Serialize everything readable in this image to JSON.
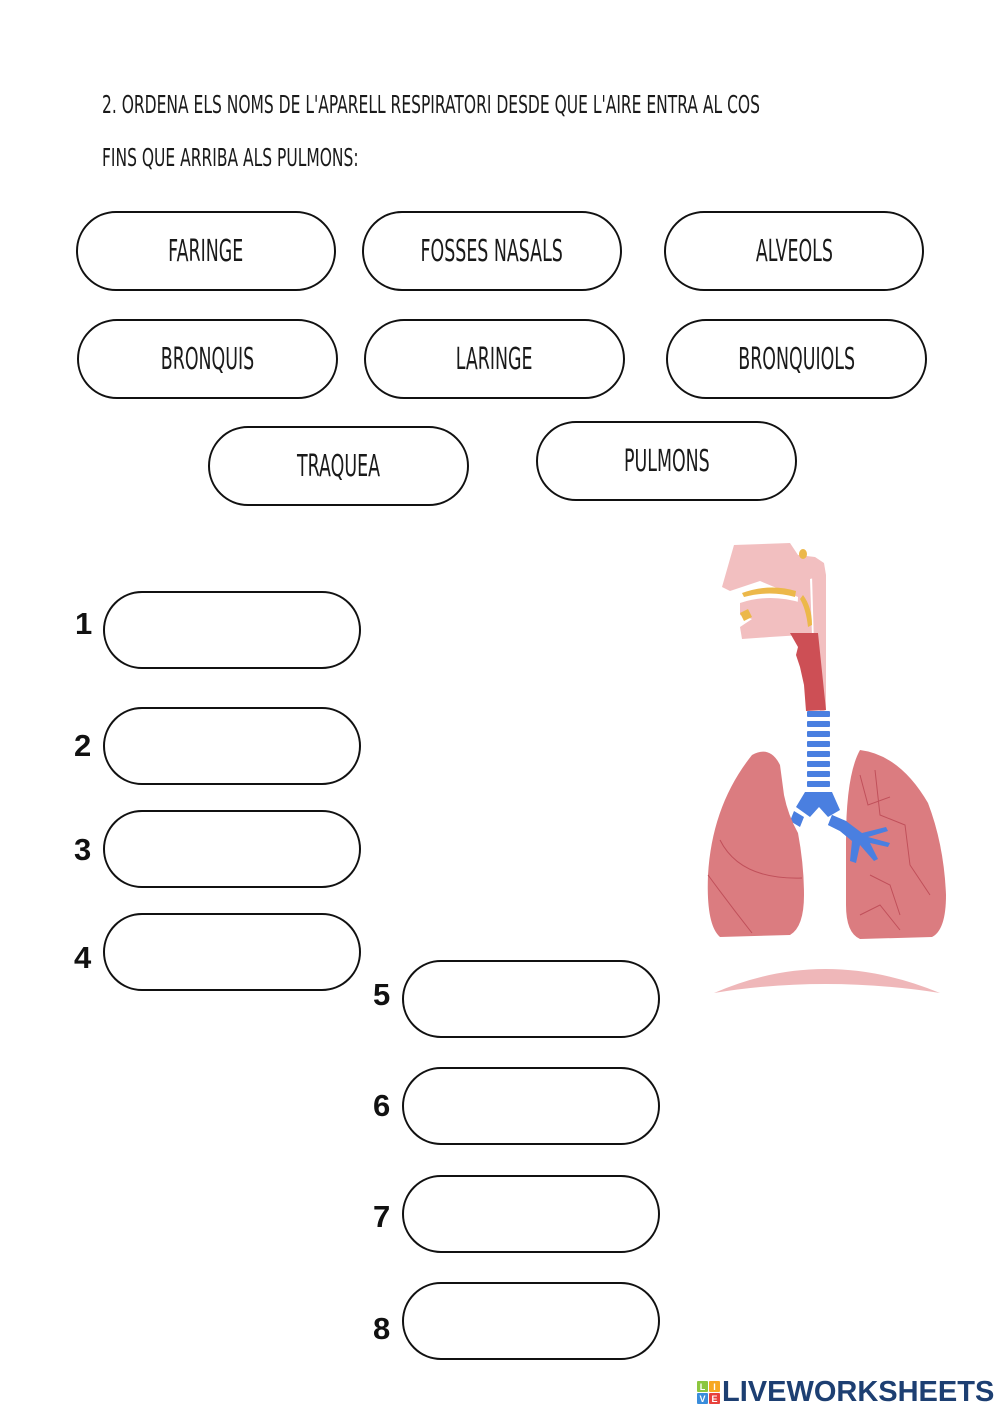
{
  "instructions": {
    "line1": "2. Ordena els noms de l'aparell respiratori desde que l'aire entra al cos",
    "line2": "fins que arriba als pulmons:"
  },
  "word_bank": [
    {
      "label": "FARINGE"
    },
    {
      "label": "FOSSES NASALS"
    },
    {
      "label": "ALVEOLS"
    },
    {
      "label": "BRONQUIS"
    },
    {
      "label": "LARINGE"
    },
    {
      "label": "BRONQUIOLS"
    },
    {
      "label": "TRAQUEA"
    },
    {
      "label": "PULMONS"
    }
  ],
  "answer_slots": [
    {
      "number": "1",
      "value": ""
    },
    {
      "number": "2",
      "value": ""
    },
    {
      "number": "3",
      "value": ""
    },
    {
      "number": "4",
      "value": ""
    },
    {
      "number": "5",
      "value": ""
    },
    {
      "number": "6",
      "value": ""
    },
    {
      "number": "7",
      "value": ""
    },
    {
      "number": "8",
      "value": ""
    }
  ],
  "illustration": {
    "subject": "respiratory-system-diagram",
    "colors": {
      "head_tissue": "#f2bfc0",
      "cartilage": "#ecb84a",
      "larynx": "#cd4f55",
      "trachea": "#4a7fe0",
      "lungs": "#db7c80",
      "lung_veins": "#c0505a",
      "diaphragm": "#efb7b9"
    }
  },
  "brand": {
    "badge_letters": [
      "L",
      "I",
      "V",
      "E"
    ],
    "badge_colors": [
      "#8cc63f",
      "#f7a823",
      "#3a8ddb",
      "#e8413c"
    ],
    "name": "LIVEWORKSHEETS",
    "color": "#1d3f72"
  }
}
